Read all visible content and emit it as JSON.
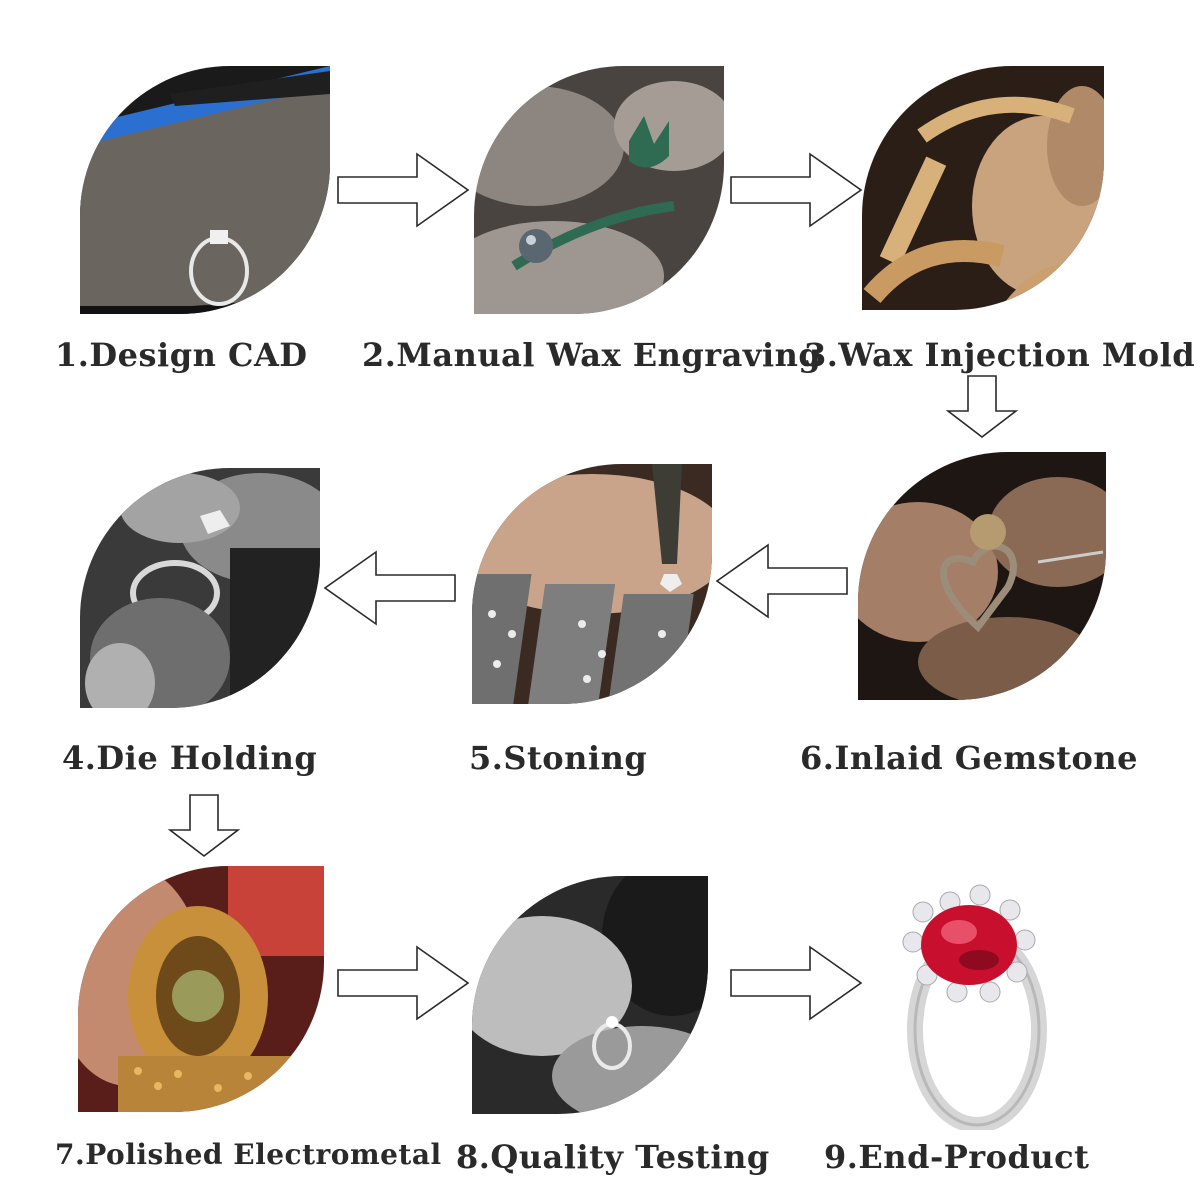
{
  "steps": [
    {
      "label": "1.Design CAD",
      "icon": "cad-screen-ring-photo"
    },
    {
      "label": "2.Manual Wax Engraving",
      "icon": "wax-carving-photo"
    },
    {
      "label": "3.Wax Injection Mold",
      "icon": "wax-tree-mold-photo"
    },
    {
      "label": "4.Die Holding",
      "icon": "ring-die-photo"
    },
    {
      "label": "5.Stoning",
      "icon": "gem-tray-photo"
    },
    {
      "label": "6.Inlaid Gemstone",
      "icon": "gem-setting-photo"
    },
    {
      "label": "7.Polished Electrometal",
      "icon": "gold-ring-polish-photo"
    },
    {
      "label": "8.Quality Testing",
      "icon": "inspect-ring-photo"
    },
    {
      "label": "9.End-Product",
      "icon": "ruby-ring-photo"
    }
  ],
  "colors": {
    "cad_screen": "#6b6560",
    "cad_frame": "#2b6fd0",
    "wax_green": "#2e6b52",
    "wax_tan": "#d8b07a",
    "gold": "#c8903a",
    "ruby": "#c8102e"
  }
}
